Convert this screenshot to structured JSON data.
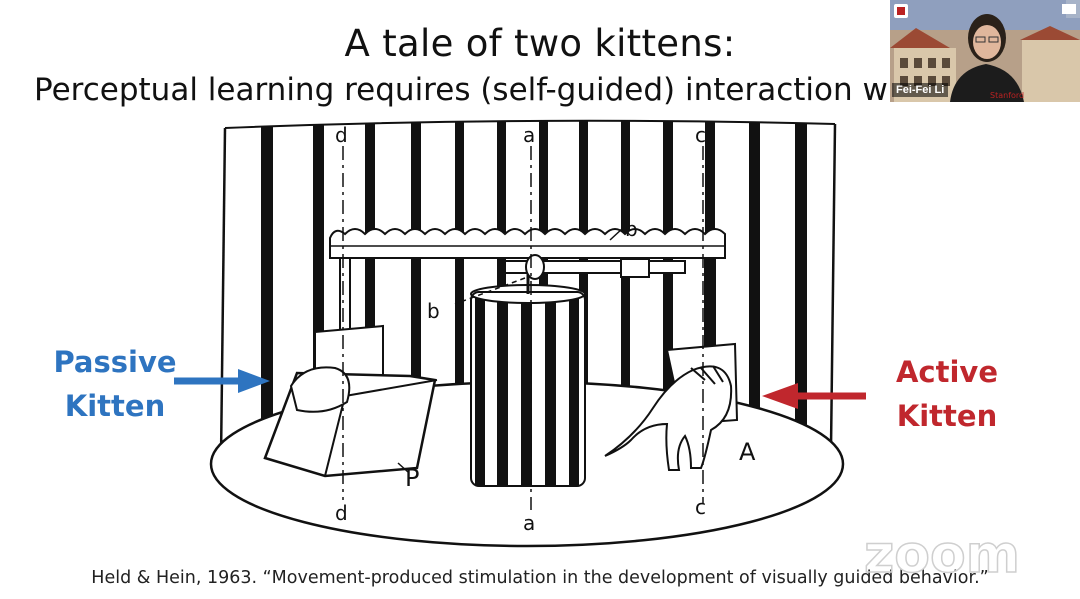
{
  "slide": {
    "title": "A tale of two kittens:",
    "subtitle": "Perceptual learning requires (self-guided) interaction with",
    "passive_label": {
      "line1": "Passive",
      "line2": "Kitten"
    },
    "active_label": {
      "line1": "Active",
      "line2": "Kitten"
    },
    "diagram_letters": {
      "d_top": "d",
      "a_top": "a",
      "c_top": "c",
      "b_upper": "b",
      "b_lower": "b",
      "p": "P",
      "a_cat": "A",
      "d_bottom": "d",
      "a_bottom": "a",
      "c_bottom": "c"
    },
    "citation": "Held & Hein, 1963. “Movement-produced stimulation in the development of visually guided behavior.”"
  },
  "video": {
    "participant_name": "Fei-Fei Li"
  },
  "app": {
    "watermark": "zoom"
  },
  "colors": {
    "passive": "#2e74c0",
    "active": "#c0272d"
  }
}
